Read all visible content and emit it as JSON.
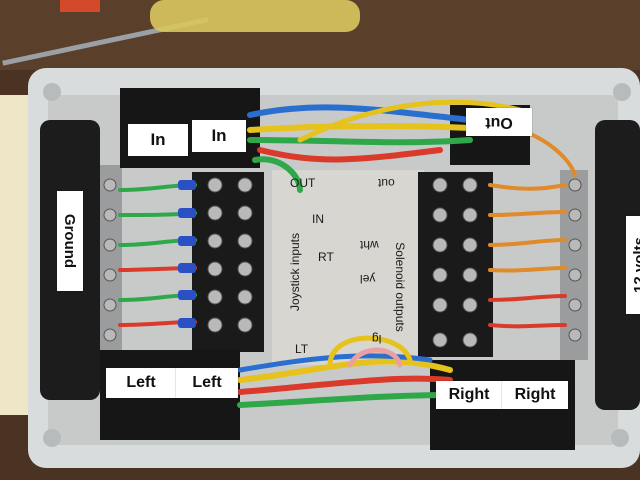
{
  "labels": {
    "in_1": "In",
    "in_2": "In",
    "out": "Out",
    "ground": "Ground",
    "twelve_volts": "12 volts",
    "left_1": "Left",
    "left_2": "Left",
    "right_1": "Right",
    "right_2": "Right"
  },
  "board": {
    "out_top": "OUT",
    "out_top_inverted": "out",
    "joystick_inputs": "Joystick inputs",
    "solenoid_outputs": "Solenoid outputs",
    "in": "IN",
    "rt": "RT",
    "lt": "LT",
    "wht": "wht",
    "yel": "yel",
    "partial_label": "lg"
  },
  "colors": {
    "wood": "#4a3322",
    "enclosure": "#d9dcdc",
    "enclosure_floor": "#c7cac9",
    "wire_red": "#d93a2b",
    "wire_blue": "#2a6fd0",
    "wire_green": "#2fa84a",
    "wire_yellow": "#e6c21c",
    "wire_orange": "#e08a2a",
    "terminal_block": "#1a1a1a",
    "connector_blue": "#2b4fc4"
  }
}
